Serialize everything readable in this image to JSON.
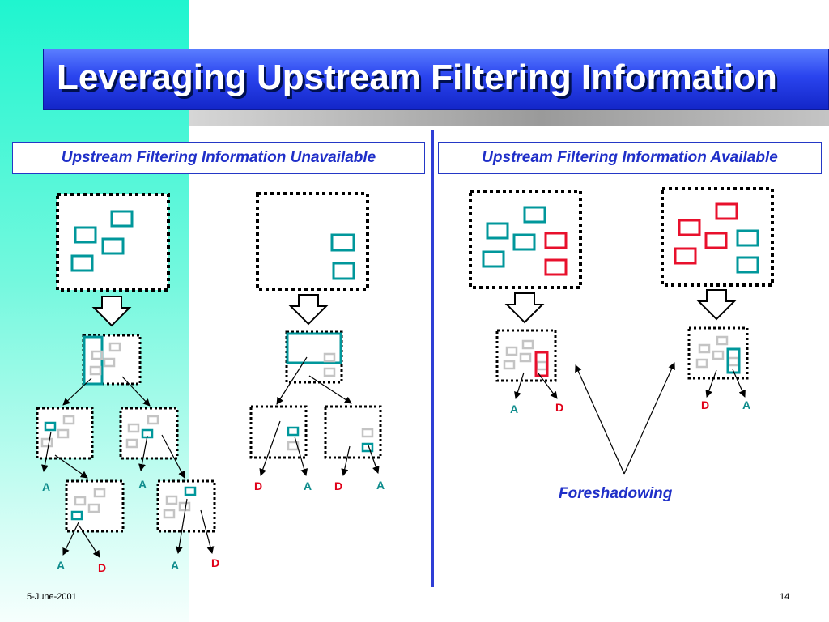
{
  "title": "Leveraging Upstream Filtering Information",
  "panels": {
    "left": {
      "heading": "Upstream Filtering Information Unavailable"
    },
    "right": {
      "heading": "Upstream Filtering Information Available"
    }
  },
  "labels": {
    "accept": "A",
    "discard": "D",
    "foreshadowing": "Foreshadowing"
  },
  "colors": {
    "teal": "#00979b",
    "red": "#e8102c",
    "gray": "#c4c4c4",
    "title_bar": "#2a44ee",
    "heading_text": "#1f2fc8"
  },
  "footer": {
    "date": "5-June-2001",
    "page": "14"
  }
}
